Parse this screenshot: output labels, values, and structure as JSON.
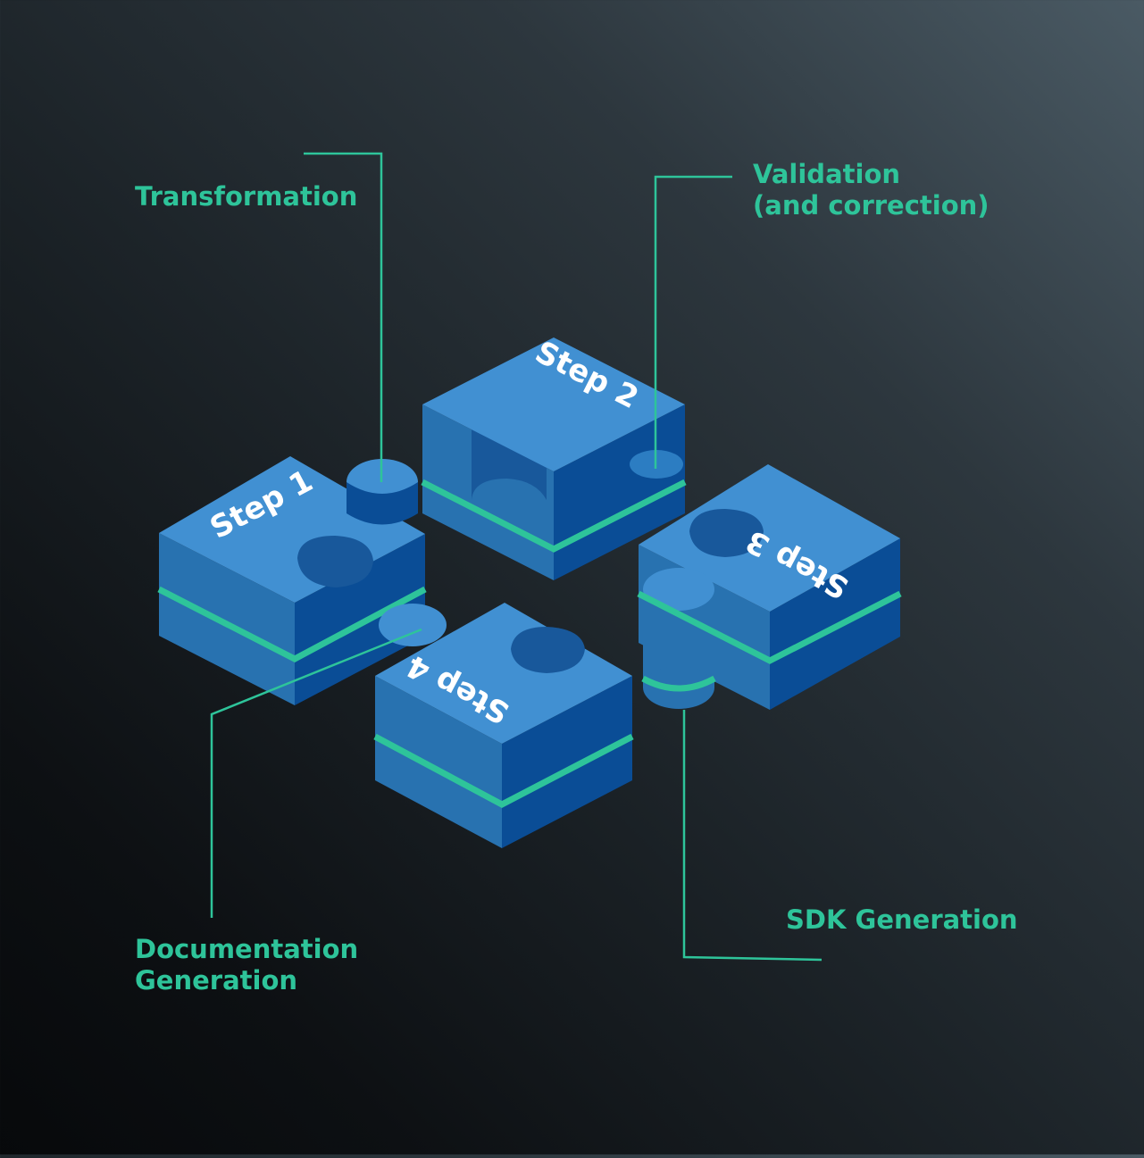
{
  "colors": {
    "accent": "#2ec49a",
    "piece_top": "#4190d2",
    "piece_left": "#2872b0",
    "piece_right": "#0a4d96",
    "piece_dark": "#18589b",
    "text_on_piece": "#ffffff"
  },
  "pieces": [
    {
      "id": "step1",
      "label": "Step 1"
    },
    {
      "id": "step2",
      "label": "Step 2"
    },
    {
      "id": "step3",
      "label": "Step 3"
    },
    {
      "id": "step4",
      "label": "Step 4"
    }
  ],
  "callouts": {
    "transformation": {
      "lines": [
        "Transformation"
      ]
    },
    "validation": {
      "lines": [
        "Validation",
        "(and correction)"
      ]
    },
    "sdk": {
      "lines": [
        "SDK Generation"
      ]
    },
    "documentation": {
      "lines": [
        "Documentation",
        "Generation"
      ]
    }
  }
}
